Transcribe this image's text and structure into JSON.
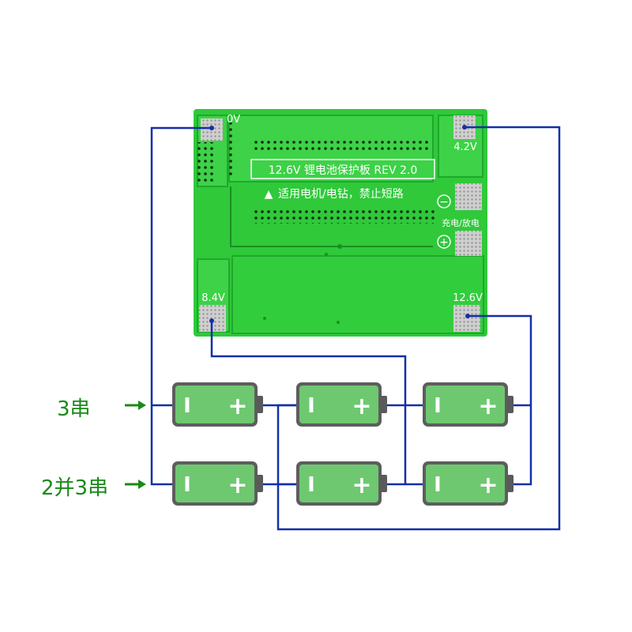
{
  "board": {
    "title": "12.6V 锂电池保护板 REV 2.0",
    "warning_text": "适用电机/电钻，禁止短路",
    "warning_symbol": "▲",
    "pad_labels": {
      "ground": "0V",
      "v42": "4.2V",
      "v84": "8.4V",
      "v126": "12.6V"
    },
    "charge_label": "充电/放电",
    "minus_symbol": "−",
    "plus_symbol": "+",
    "colors": {
      "pcb": "#2fc93a",
      "pcb_dark": "#1fa82b",
      "pcb_trace": "#1a8f24",
      "pad": "#c8c8c8",
      "text_white": "#ffffff"
    }
  },
  "labels": {
    "row1": "3串",
    "row2": "2并3串"
  },
  "battery": {
    "minus_mark": "I",
    "plus_mark": "+",
    "colors": {
      "body": "#6ec870",
      "shadow": "#5d5d5d",
      "cap": "#5a5a5a"
    }
  },
  "wire_color": "#1230a8",
  "arrow_color": "#1a8a1a"
}
